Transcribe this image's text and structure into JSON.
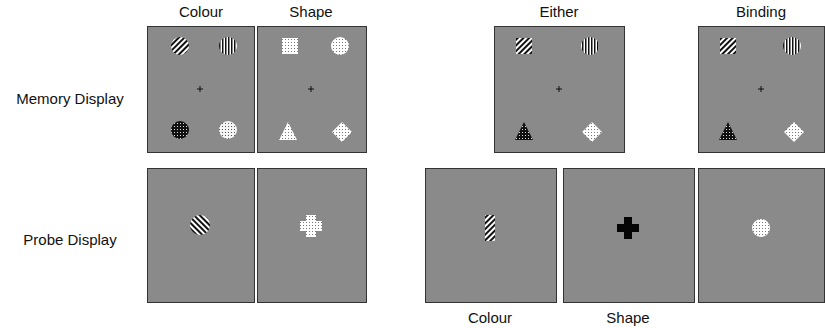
{
  "diagram": {
    "labels": [
      "Colour",
      "Shape",
      "Either",
      "Binding",
      "Memory Display",
      "Probe Display",
      "Colour",
      "Shape"
    ]
  }
}
